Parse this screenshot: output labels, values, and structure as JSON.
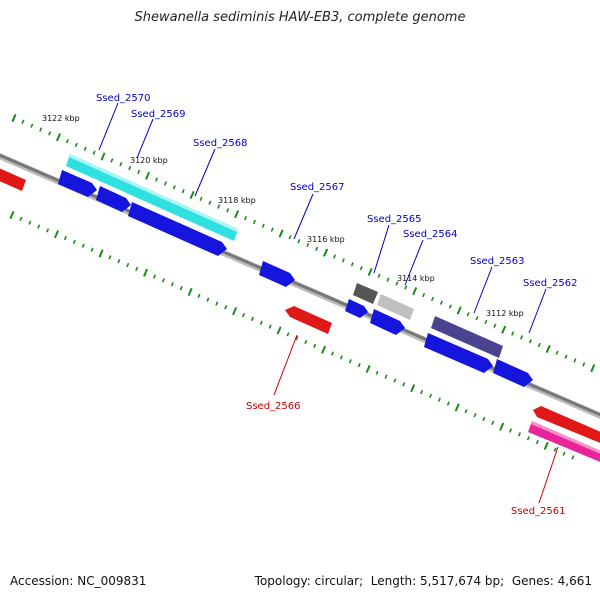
{
  "title": "Shewanella sediminis HAW-EB3, complete genome",
  "footer": {
    "accession_label": "Accession:",
    "accession": "NC_009831",
    "topology_label": "Topology:",
    "topology": "circular",
    "length_label": "Length:",
    "length": "5,517,674 bp",
    "genes_label": "Genes:",
    "genes": "4,661"
  },
  "colors": {
    "backbone": "#808080",
    "ticks": "#1a8a1a",
    "forward_label": "#0000cc",
    "reverse_label": "#cc0000",
    "forward_gene": "#1010e0",
    "reverse_gene": "#e01010"
  },
  "kbp_labels": [
    "3122 kbp",
    "3120 kbp",
    "3118 kbp",
    "3116 kbp",
    "3114 kbp",
    "3112 kbp"
  ],
  "genes": [
    {
      "name": "Ssed_2570",
      "strand": "forward",
      "color": "#2fe0e0"
    },
    {
      "name": "Ssed_2569",
      "strand": "forward",
      "color": "#1515dd"
    },
    {
      "name": "Ssed_2568",
      "strand": "forward",
      "color": "#1515dd"
    },
    {
      "name": "Ssed_2567",
      "strand": "forward",
      "color": "#1515dd"
    },
    {
      "name": "Ssed_2566",
      "strand": "reverse",
      "color": "#e01818"
    },
    {
      "name": "Ssed_2565",
      "strand": "forward",
      "color": "#555555"
    },
    {
      "name": "Ssed_2564",
      "strand": "forward",
      "color": "#c0c0c0"
    },
    {
      "name": "Ssed_2563",
      "strand": "forward",
      "color": "#4a4490"
    },
    {
      "name": "Ssed_2562",
      "strand": "forward",
      "color": "#1515dd"
    },
    {
      "name": "Ssed_2561",
      "strand": "reverse",
      "color": "#e8259a"
    }
  ]
}
